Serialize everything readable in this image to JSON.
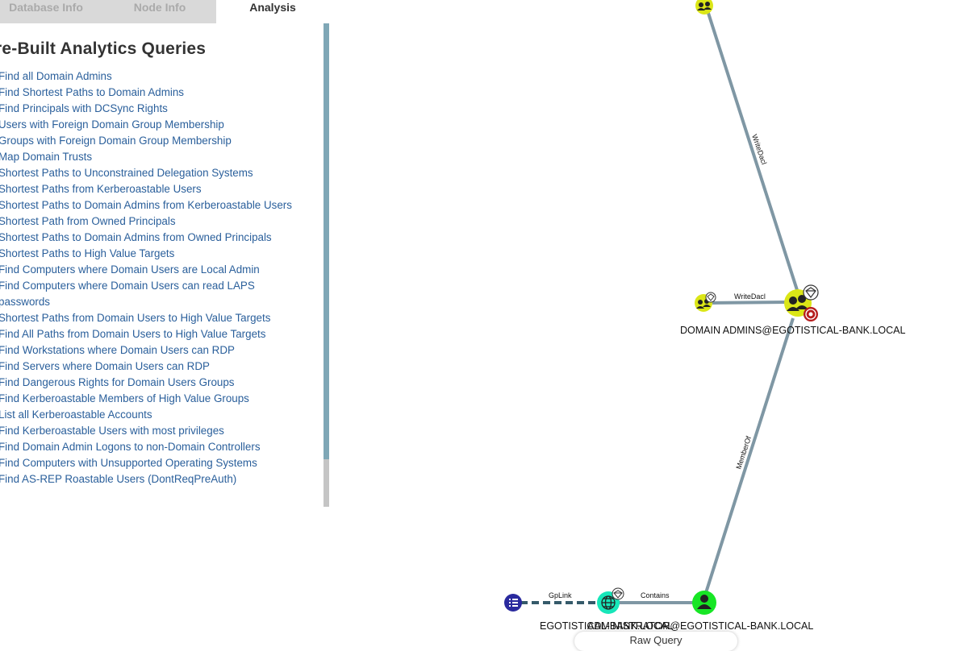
{
  "tabs": [
    {
      "label": "Database Info",
      "active": false
    },
    {
      "label": "Node Info",
      "active": false
    },
    {
      "label": "Analysis",
      "active": true
    }
  ],
  "analysis": {
    "heading": "re-Built Analytics Queries",
    "queries": [
      "Find all Domain Admins",
      "Find Shortest Paths to Domain Admins",
      "Find Principals with DCSync Rights",
      "Users with Foreign Domain Group Membership",
      "Groups with Foreign Domain Group Membership",
      "Map Domain Trusts",
      "Shortest Paths to Unconstrained Delegation Systems",
      "Shortest Paths from Kerberoastable Users",
      "Shortest Paths to Domain Admins from Kerberoastable Users",
      "Shortest Path from Owned Principals",
      "Shortest Paths to Domain Admins from Owned Principals",
      "Shortest Paths to High Value Targets",
      "Find Computers where Domain Users are Local Admin",
      "Find Computers where Domain Users can read LAPS passwords",
      "Shortest Paths from Domain Users to High Value Targets",
      "Find All Paths from Domain Users to High Value Targets",
      "Find Workstations where Domain Users can RDP",
      "Find Servers where Domain Users can RDP",
      "Find Dangerous Rights for Domain Users Groups",
      "Find Kerberoastable Members of High Value Groups",
      "List all Kerberoastable Accounts",
      "Find Kerberoastable Users with most privileges",
      "Find Domain Admin Logons to non-Domain Controllers",
      "Find Computers with Unsupported Operating Systems",
      "Find AS-REP Roastable Users (DontReqPreAuth)"
    ]
  },
  "graph": {
    "edges": {
      "writedacl_top": "WriteDacl",
      "writedacl_left": "WriteDacl",
      "memberof": "MemberOf",
      "gplink": "GpLink",
      "contains": "Contains"
    },
    "nodes": {
      "domain_admins": "DOMAIN ADMINS@EGOTISTICAL-BANK.LOCAL",
      "domain": "EGOTISTICAL-BANK.LOCAL",
      "administrator": "ADMINISTRATOR@EGOTISTICAL-BANK.LOCAL"
    },
    "colors": {
      "group_node": "#dbe617",
      "user_node": "#17e625",
      "domain_node": "#17e6b9",
      "gpo_node": "#998e87",
      "edge": "#7f97a4",
      "target_badge": "#b61d1d"
    }
  },
  "raw_query": {
    "label": "Raw Query"
  }
}
